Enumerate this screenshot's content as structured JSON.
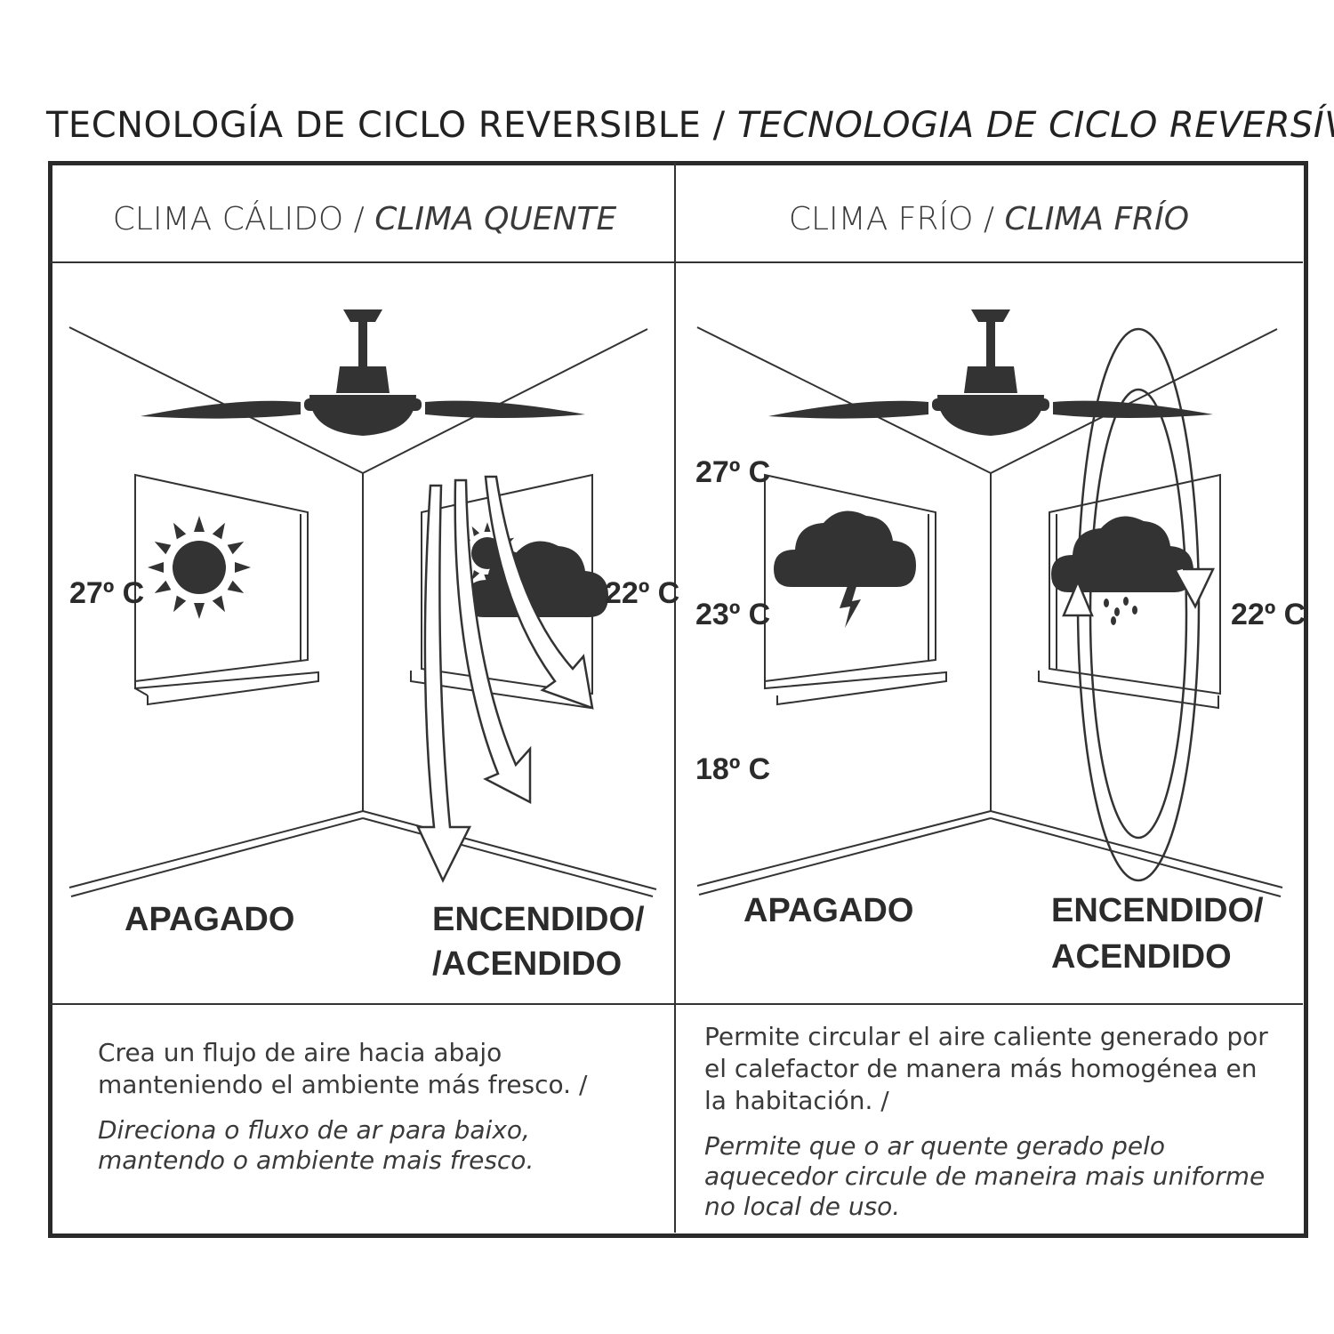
{
  "title": {
    "es": "TECNOLOGÍA DE CICLO REVERSIBLE / ",
    "pt": "TECNOLOGIA DE CICLO REVERSÍVEL"
  },
  "panels": {
    "warm": {
      "title_es": "CLIMA CÁLIDO / ",
      "title_pt": "CLIMA QUENTE",
      "temp_left": "27º C",
      "temp_right": "22º C",
      "label_off": "APAGADO",
      "label_on_1": "ENCENDIDO/",
      "label_on_2": "/ACENDIDO",
      "desc_es": "Crea un flujo de aire hacia abajo manteniendo el ambiente más fresco. /",
      "desc_pt": "Direciona o fluxo de ar para baixo, mantendo o ambiente mais fresco."
    },
    "cold": {
      "title_es": "CLIMA FRÍO / ",
      "title_pt": "CLIMA FRÍO",
      "temp_top": "27º C",
      "temp_mid": "23º C",
      "temp_low": "18º C",
      "temp_right": "22º C",
      "label_off": "APAGADO",
      "label_on_1": "ENCENDIDO/",
      "label_on_2": "ACENDIDO",
      "desc_es": "Permite circular el aire caliente generado por el calefactor de manera más homogénea en la habitación. /",
      "desc_pt": "Permite que o ar quente gerado pelo aquecedor circule de maneira mais uniforme no local de uso."
    }
  },
  "icons": [
    "ceiling-fan-icon",
    "sun-icon",
    "sun-cloud-icon",
    "storm-cloud-icon",
    "rain-cloud-icon",
    "airflow-arrow-icon"
  ],
  "colors": {
    "ink": "#2f2f2f",
    "background": "#ffffff"
  }
}
